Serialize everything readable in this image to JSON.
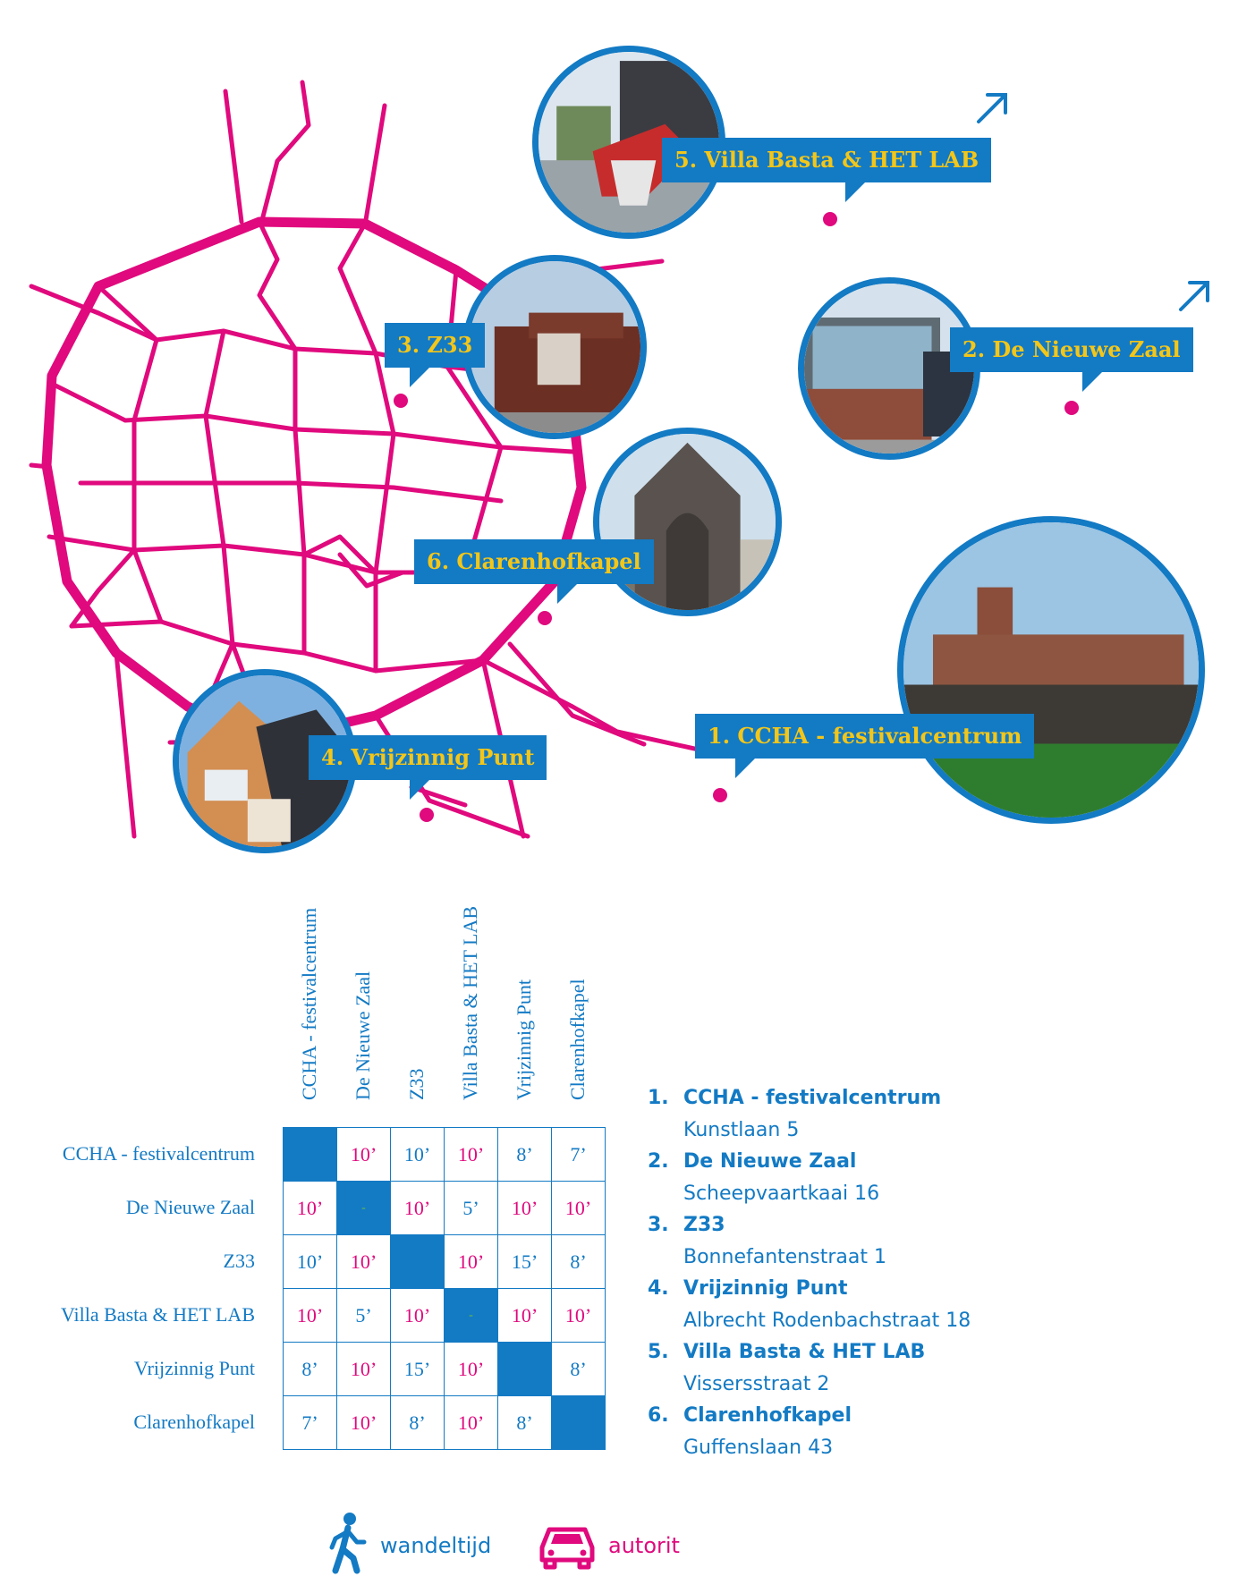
{
  "colors": {
    "road": "#e0097d",
    "accent": "#137ac4",
    "label_text": "#f3c619"
  },
  "venues": [
    {
      "num": "1.",
      "label": "1. CCHA - festivalcentrum",
      "name": "CCHA - festivalcentrum",
      "street": "Kunstlaan 5"
    },
    {
      "num": "2.",
      "label": "2. De Nieuwe Zaal",
      "name": "De Nieuwe Zaal",
      "street": "Scheepvaartkaai 16"
    },
    {
      "num": "3.",
      "label": "3. Z33",
      "name": "Z33",
      "street": "Bonnefantenstraat 1"
    },
    {
      "num": "4.",
      "label": "4. Vrijzinnig Punt",
      "name": "Vrijzinnig Punt",
      "street": "Albrecht Rodenbachstraat 18"
    },
    {
      "num": "5.",
      "label": "5. Villa Basta & HET LAB",
      "name": "Villa Basta & HET LAB",
      "street": "Vissersstraat 2"
    },
    {
      "num": "6.",
      "label": "6. Clarenhofkapel",
      "name": "Clarenhofkapel",
      "street": "Guffenslaan 43"
    }
  ],
  "matrix": {
    "headers": [
      "CCHA - festivalcentrum",
      "De Nieuwe Zaal",
      "Z33",
      "Villa Basta & HET LAB",
      "Vrijzinnig Punt",
      "Clarenhofkapel"
    ],
    "rows": [
      [
        {
          "v": "",
          "t": "diag"
        },
        {
          "v": "10’",
          "t": "car"
        },
        {
          "v": "10’",
          "t": "walk"
        },
        {
          "v": "10’",
          "t": "car"
        },
        {
          "v": "8’",
          "t": "walk"
        },
        {
          "v": "7’",
          "t": "walk"
        }
      ],
      [
        {
          "v": "10’",
          "t": "car"
        },
        {
          "v": "-",
          "t": "diag"
        },
        {
          "v": "10’",
          "t": "car"
        },
        {
          "v": "5’",
          "t": "walk"
        },
        {
          "v": "10’",
          "t": "car"
        },
        {
          "v": "10’",
          "t": "car"
        }
      ],
      [
        {
          "v": "10’",
          "t": "walk"
        },
        {
          "v": "10’",
          "t": "car"
        },
        {
          "v": "",
          "t": "diag"
        },
        {
          "v": "10’",
          "t": "car"
        },
        {
          "v": "15’",
          "t": "walk"
        },
        {
          "v": "8’",
          "t": "walk"
        }
      ],
      [
        {
          "v": "10’",
          "t": "car"
        },
        {
          "v": "5’",
          "t": "walk"
        },
        {
          "v": "10’",
          "t": "car"
        },
        {
          "v": "-",
          "t": "diag"
        },
        {
          "v": "10’",
          "t": "car"
        },
        {
          "v": "10’",
          "t": "car"
        }
      ],
      [
        {
          "v": "8’",
          "t": "walk"
        },
        {
          "v": "10’",
          "t": "car"
        },
        {
          "v": "15’",
          "t": "walk"
        },
        {
          "v": "10’",
          "t": "car"
        },
        {
          "v": "",
          "t": "diag"
        },
        {
          "v": "8’",
          "t": "walk"
        }
      ],
      [
        {
          "v": "7’",
          "t": "walk"
        },
        {
          "v": "10’",
          "t": "car"
        },
        {
          "v": "8’",
          "t": "walk"
        },
        {
          "v": "10’",
          "t": "car"
        },
        {
          "v": "8’",
          "t": "walk"
        },
        {
          "v": "",
          "t": "diag"
        }
      ]
    ]
  },
  "legend": {
    "walk_label": "wandeltijd",
    "car_label": "autorit",
    "walk_icon": "walking-person-icon",
    "car_icon": "car-icon"
  }
}
